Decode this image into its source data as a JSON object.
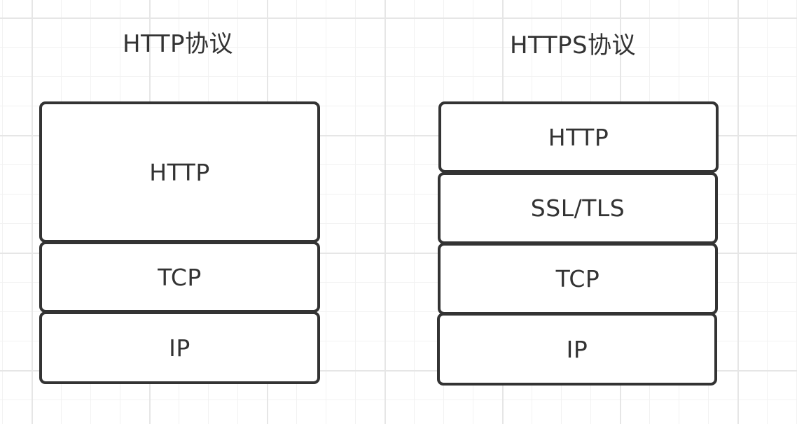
{
  "left_stack": {
    "title": "HTTP协议",
    "layers": [
      {
        "label": "HTTP"
      },
      {
        "label": "TCP"
      },
      {
        "label": "IP"
      }
    ]
  },
  "right_stack": {
    "title": "HTTPS协议",
    "layers": [
      {
        "label": "HTTP"
      },
      {
        "label": "SSL/TLS"
      },
      {
        "label": "TCP"
      },
      {
        "label": "IP"
      }
    ]
  },
  "colors": {
    "stroke": "#333333",
    "text": "#333333",
    "grid_major": "#e6e6e6",
    "grid_minor": "#f2f2f2",
    "background": "#ffffff"
  }
}
